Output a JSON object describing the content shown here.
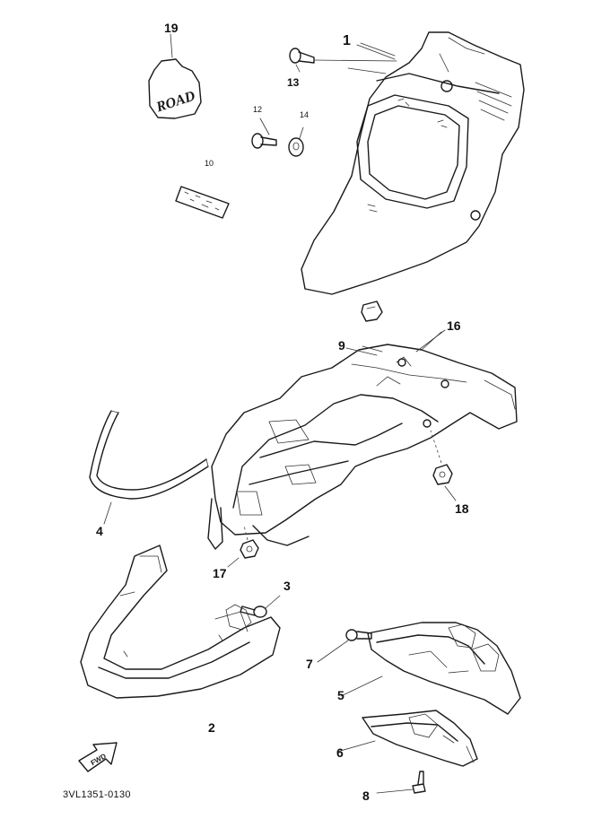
{
  "callouts": {
    "c1": "1",
    "c2": "2",
    "c3": "3",
    "c4": "4",
    "c5": "5",
    "c6": "6",
    "c7": "7",
    "c8": "8",
    "c9": "9",
    "c10": "10",
    "c12": "12",
    "c13": "13",
    "c14": "14",
    "c16": "16",
    "c17": "17",
    "c18": "18",
    "c19": "19"
  },
  "emblem_text": "ROAD",
  "fwd_arrow_text": "FWD",
  "reference_code": "3VL1351-0130"
}
